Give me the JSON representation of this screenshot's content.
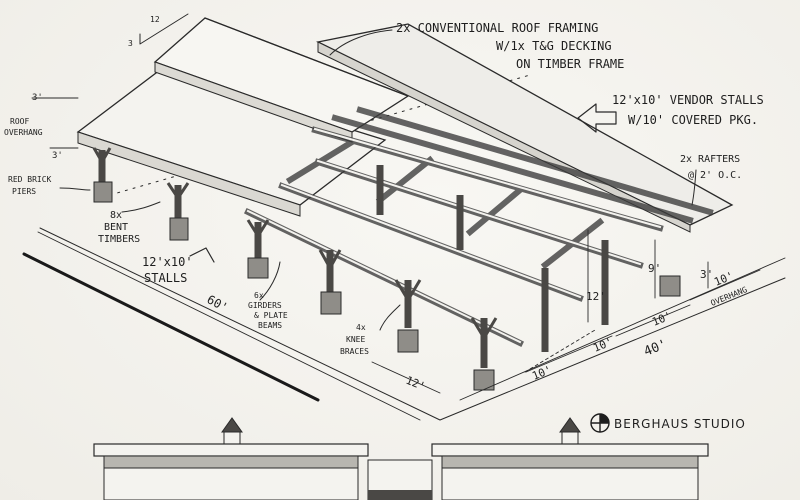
{
  "notes": {
    "roof_framing": [
      "2x CONVENTIONAL ROOF FRAMING",
      "W/1x T&G DECKING",
      "ON TIMBER FRAME"
    ],
    "vendor_stalls": [
      "12'x10' VENDOR STALLS",
      "W/10' COVERED PKG."
    ],
    "rafters": [
      "2x RAFTERS",
      "@ 2' O.C."
    ],
    "roof_overhang": [
      "ROOF",
      "OVERHANG"
    ],
    "brick_piers": [
      "RED BRICK",
      "PIERS"
    ],
    "bent_timbers": [
      "8x",
      "BENT",
      "TIMBERS"
    ],
    "stalls": [
      "12'x10'",
      "STALLS"
    ],
    "girders": [
      "6x",
      "GIRDERS",
      "& PLATE",
      "BEAMS"
    ],
    "knee_braces": [
      "4x",
      "KNEE",
      "BRACES"
    ]
  },
  "dimensions": {
    "pitch_run": "12",
    "pitch_rise": "3",
    "overhang_top": "3'",
    "overhang_bottom": "3'",
    "length": "60'",
    "height_12": "12'",
    "height_9": "9'",
    "height_3": "3'",
    "overhang_10": "10'",
    "overhang_word": "OVERHANG",
    "bay_a": "10'",
    "bay_b": "10'",
    "bay_c": "10'",
    "width_40": "40'",
    "width_12": "12'"
  },
  "studio": {
    "name": "BERGHAUS STUDIO"
  },
  "colors": {
    "ink": "#2a2a2a",
    "roof": "#f1f0ec",
    "roof_shade": "#dedcd6",
    "brick": "#8c8a85",
    "timber": "#8a8782"
  }
}
